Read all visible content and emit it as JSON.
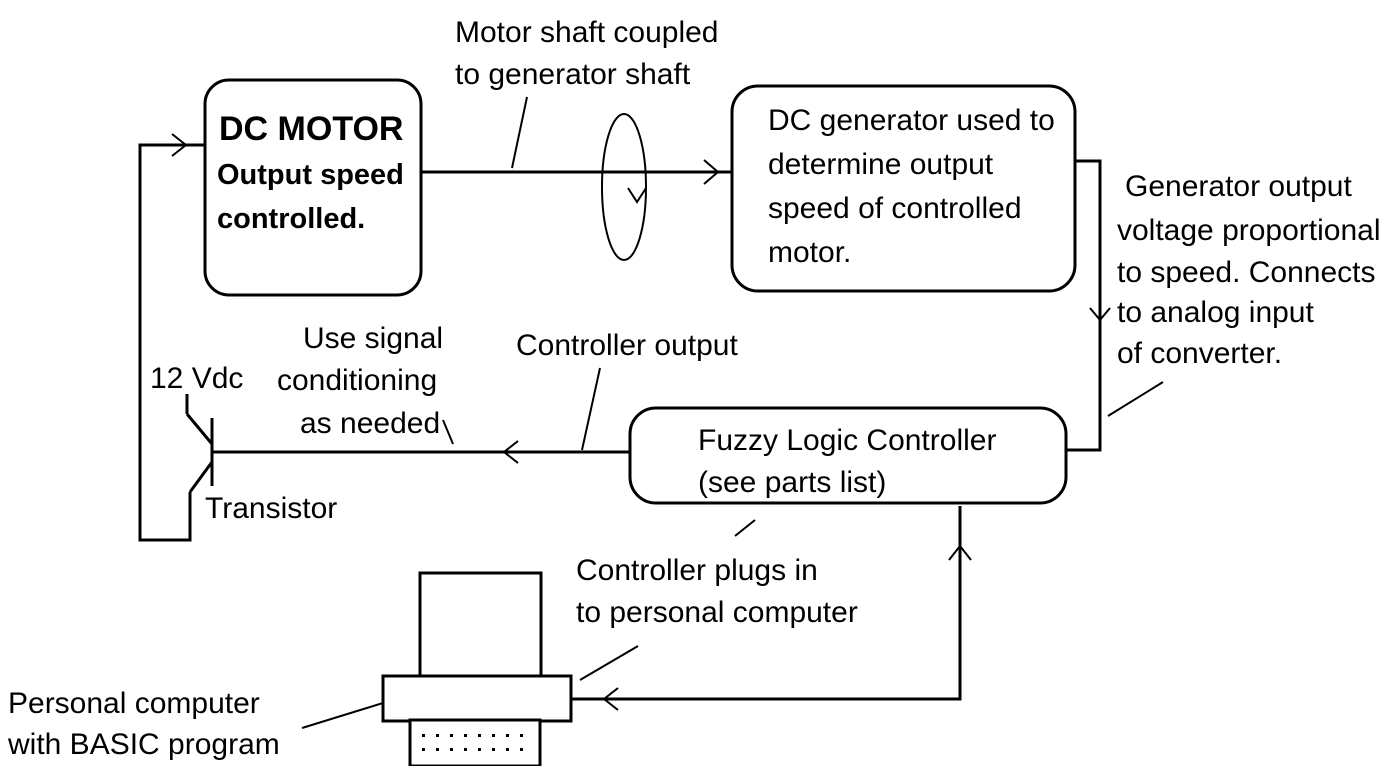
{
  "motor": {
    "title": "DC MOTOR",
    "line1": "Output speed",
    "line2": "controlled."
  },
  "generator": {
    "line1": "DC generator used to",
    "line2": "determine output",
    "line3": "speed of controlled",
    "line4": "motor."
  },
  "shaft_label": {
    "line1": "Motor shaft coupled",
    "line2": "to generator shaft"
  },
  "generator_output_label": {
    "line1": "Generator output",
    "line2": "voltage proportional",
    "line3": "to speed.  Connects",
    "line4": "to analog input",
    "line5": "of converter."
  },
  "controller": {
    "line1": "Fuzzy Logic Controller",
    "line2": "(see parts list)"
  },
  "controller_output_label": "Controller output",
  "signal_label": {
    "line1": "Use signal",
    "line2": "conditioning",
    "line3": "as needed"
  },
  "supply_label": "12 Vdc",
  "transistor_label": "Transistor",
  "plugs_label": {
    "line1": "Controller plugs in",
    "line2": "to personal computer"
  },
  "computer_label": {
    "line1": "Personal computer",
    "line2": "with BASIC program"
  }
}
